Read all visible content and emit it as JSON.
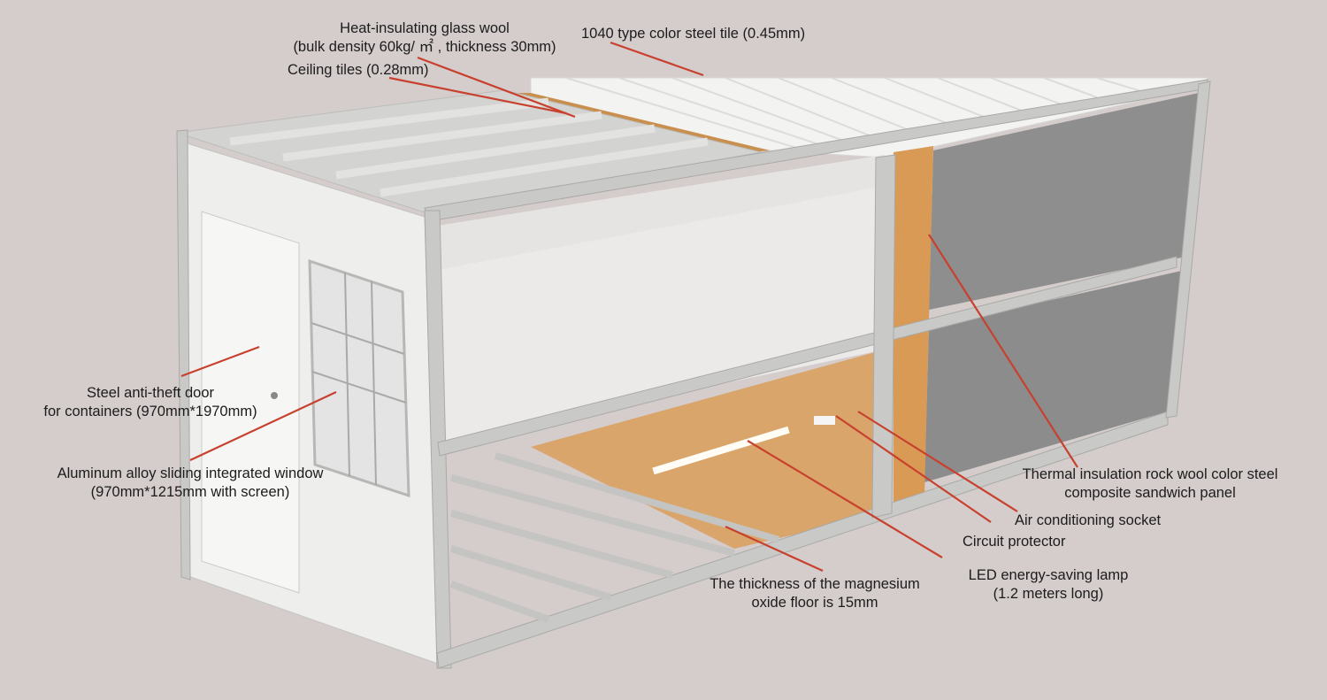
{
  "labels": {
    "glass_wool": {
      "line1": "Heat-insulating glass wool",
      "line2": "(bulk density 60kg/ ㎡ , thickness 30mm)"
    },
    "steel_tile": "1040 type color steel tile (0.45mm)",
    "ceiling_tiles": "Ceiling tiles (0.28mm)",
    "door": {
      "line1": "Steel anti-theft door",
      "line2": "for containers (970mm*1970mm)"
    },
    "window": {
      "line1": "Aluminum alloy sliding integrated window",
      "line2": "(970mm*1215mm with screen)"
    },
    "sandwich_panel": {
      "line1": "Thermal insulation rock wool color steel",
      "line2": "composite sandwich panel"
    },
    "ac_socket": "Air conditioning socket",
    "circuit_protector": "Circuit protector",
    "led_lamp": {
      "line1": "LED energy-saving lamp",
      "line2": "(1.2 meters long)"
    },
    "floor": {
      "line1": "The thickness of the magnesium",
      "line2": "oxide floor is 15mm"
    }
  },
  "colors": {
    "background": "#d5cccc",
    "leader": "#c8412e",
    "frame": "#c9c9c7",
    "panel": "#8e8e8e",
    "floor": "#d9a56a",
    "wall": "#eeeeec"
  }
}
